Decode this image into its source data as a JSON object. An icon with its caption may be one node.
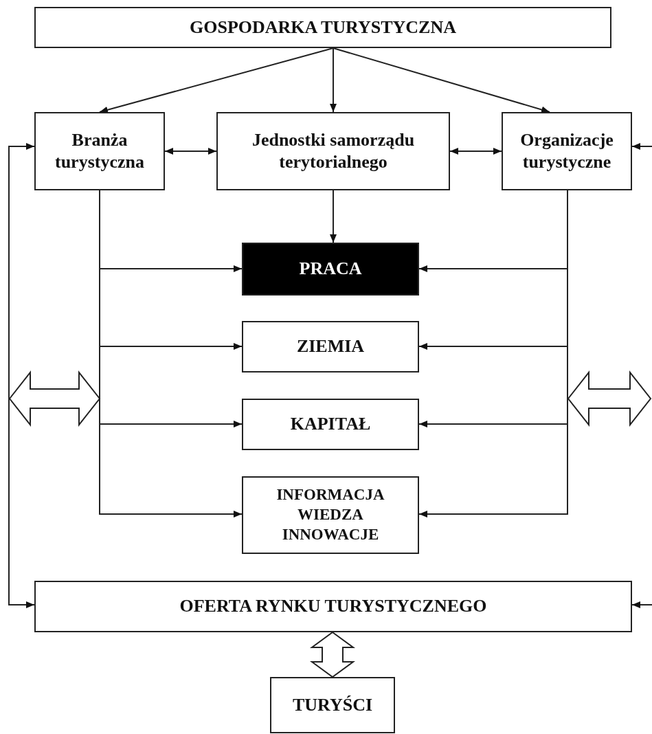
{
  "diagram": {
    "nodes": [
      {
        "text": [
          "GOSPODARKA TURYSTYCZNA"
        ]
      },
      {
        "text": [
          "Branża turystyczna"
        ]
      },
      {
        "text": [
          "Jednostki samorządu terytorialnego"
        ]
      },
      {
        "text": [
          "Organizacje turystyczne"
        ]
      },
      {
        "text": [
          "PRACA"
        ]
      },
      {
        "text": [
          "ZIEMIA"
        ]
      },
      {
        "text": [
          "KAPITAŁ"
        ]
      },
      {
        "text": [
          "INFORMACJA WIEDZA INNOWACJE"
        ]
      },
      {
        "text": [
          "OFERTA RYNKU TURYSTYCZNEGO"
        ]
      },
      {
        "text": [
          "TURYŚCI"
        ]
      }
    ],
    "edges": [
      {
        "from": 0,
        "to": 1,
        "arrow": "to"
      },
      {
        "from": 0,
        "to": 2,
        "arrow": "to"
      },
      {
        "from": 0,
        "to": 3,
        "arrow": "to"
      },
      {
        "from": 1,
        "to": 2,
        "arrow": "both"
      },
      {
        "from": 2,
        "to": 3,
        "arrow": "both"
      },
      {
        "from": 2,
        "to": 4,
        "arrow": "to"
      },
      {
        "from": 1,
        "to": 4,
        "arrow": "to"
      },
      {
        "from": 1,
        "to": 5,
        "arrow": "to"
      },
      {
        "from": 1,
        "to": 6,
        "arrow": "to"
      },
      {
        "from": 1,
        "to": 7,
        "arrow": "to"
      },
      {
        "from": 3,
        "to": 4,
        "arrow": "to"
      },
      {
        "from": 3,
        "to": 5,
        "arrow": "to"
      },
      {
        "from": 3,
        "to": 6,
        "arrow": "to"
      },
      {
        "from": 3,
        "to": 7,
        "arrow": "to"
      },
      {
        "from": 1,
        "to": 8,
        "arrow": "both"
      },
      {
        "from": null,
        "to": 3,
        "arrow": "to"
      },
      {
        "from": null,
        "to": 8,
        "arrow": "to"
      },
      {
        "from": 8,
        "to": 9,
        "arrow": "both",
        "style": "thick"
      }
    ]
  }
}
